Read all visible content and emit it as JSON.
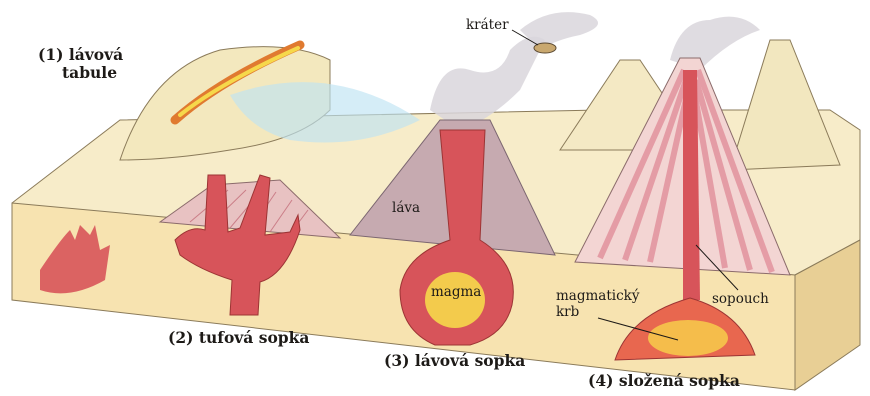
{
  "captions": {
    "lavova_tabule_line1": "(1) lávová",
    "lavova_tabule_line2": "tabule",
    "tufova_sopka": "(2) tufová sopka",
    "lavova_sopka": "(3) lávová sopka",
    "slozena_sopka": "(4) složená sopka"
  },
  "inline_labels": {
    "krater": "kráter",
    "lava": "láva",
    "magma": "magma",
    "magmaticky_krb_line1": "magmatický",
    "magmaticky_krb_line2": "krb",
    "sopouch": "sopouch"
  },
  "colors": {
    "ground": "#f7e6b8",
    "ground_dark": "#e8c98a",
    "magma": "#d9534f",
    "magma_core": "#f6d84a",
    "lava_cone": "#c7a9ae",
    "composite_stripe": "#e9a7b0",
    "smoke": "#cfcfd4",
    "water": "#bfe4f2"
  }
}
